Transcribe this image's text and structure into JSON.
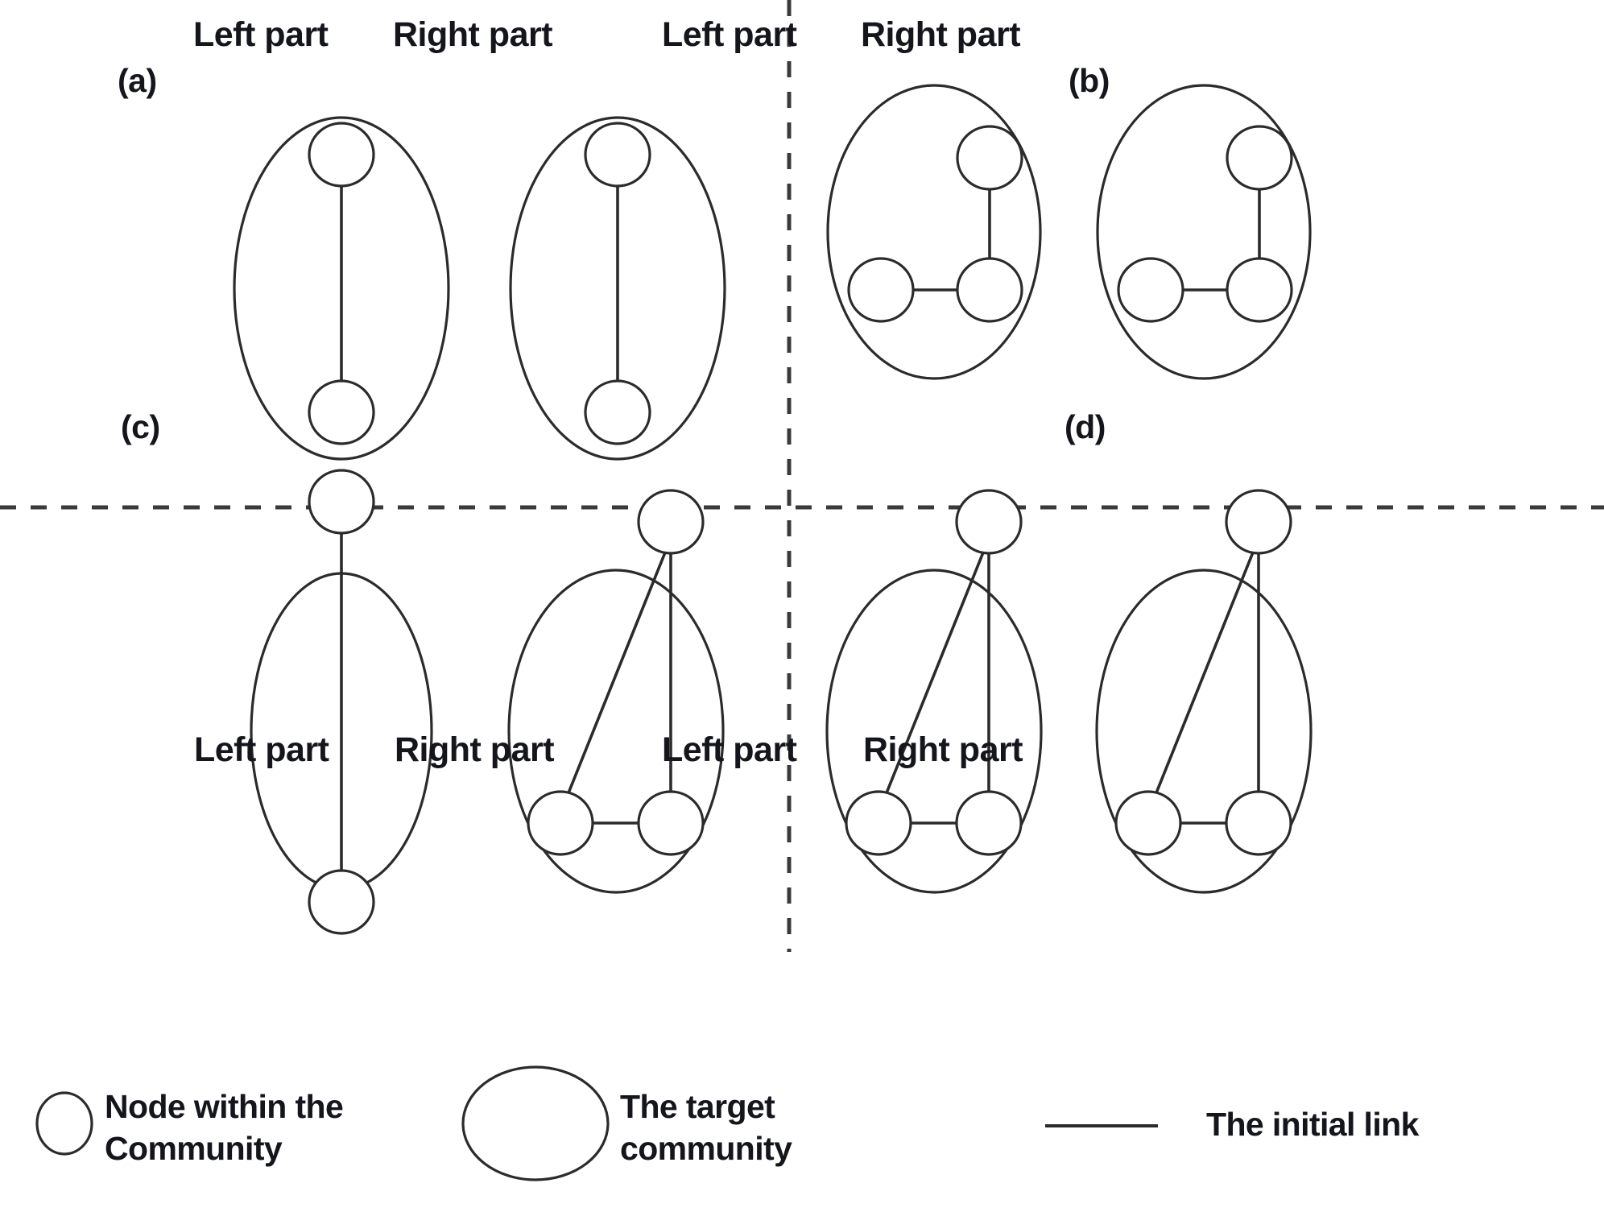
{
  "figure": {
    "background": "#ffffff",
    "stroke_color": "#2b2b2b",
    "text_color": "#14161c",
    "divider_color": "#3a3a3a"
  },
  "panels": [
    {
      "id": "a",
      "tag": "(a)",
      "tag_position": "top-left",
      "column_headers_position": "above",
      "groups": [
        {
          "label": "Left part",
          "nodes": 2,
          "layout": "vertical-pair",
          "edges": [
            "top-bottom"
          ]
        },
        {
          "label": "Right part",
          "nodes": 2,
          "layout": "vertical-pair",
          "edges": [
            "top-bottom"
          ]
        }
      ]
    },
    {
      "id": "b",
      "tag": "(b)",
      "tag_position": "top-right",
      "column_headers_position": "above",
      "groups": [
        {
          "label": "Left part",
          "nodes": 3,
          "layout": "L-shape",
          "edges": [
            "top-right:bottom-right",
            "bottom-left:bottom-right"
          ]
        },
        {
          "label": "Right part",
          "nodes": 3,
          "layout": "L-shape",
          "edges": [
            "top-right:bottom-right",
            "bottom-left:bottom-right"
          ]
        }
      ]
    },
    {
      "id": "c",
      "tag": "(c)",
      "tag_position": "top-left",
      "column_headers_position": "below",
      "groups": [
        {
          "label": "Left part",
          "nodes": 2,
          "layout": "vertical-pair",
          "edges": [
            "top-bottom"
          ]
        },
        {
          "label": "Right part",
          "nodes": 3,
          "layout": "triangle",
          "edges": [
            "top-right:bottom-right",
            "bottom-left:bottom-right",
            "top-right:bottom-left"
          ]
        }
      ]
    },
    {
      "id": "d",
      "tag": "(d)",
      "tag_position": "top-right",
      "column_headers_position": "below",
      "groups": [
        {
          "label": "Left part",
          "nodes": 3,
          "layout": "triangle",
          "edges": [
            "top-right:bottom-right",
            "bottom-left:bottom-right",
            "top-right:bottom-left"
          ]
        },
        {
          "label": "Right part",
          "nodes": 3,
          "layout": "triangle",
          "edges": [
            "top-right:bottom-right",
            "bottom-left:bottom-right",
            "top-right:bottom-left"
          ]
        }
      ]
    }
  ],
  "headers": {
    "a_left": "Left part",
    "a_right": "Right part",
    "b_left": "Left part",
    "b_right": "Right part",
    "c_left": "Left part",
    "c_right": "Right part",
    "d_left": "Left part",
    "d_right": "Right part"
  },
  "tags": {
    "a": "(a)",
    "b": "(b)",
    "c": "(c)",
    "d": "(d)"
  },
  "legend": {
    "items": [
      {
        "symbol": "small-circle",
        "label_line1": "Node within the",
        "label_line2": "Community",
        "label_full": "Node within the Community"
      },
      {
        "symbol": "large-ellipse",
        "label_line1": "The target",
        "label_line2": "community",
        "label_full": "The target community"
      },
      {
        "symbol": "horizontal-line",
        "label_line1": "The initial link",
        "label_line2": "",
        "label_full": "The initial link"
      }
    ]
  }
}
